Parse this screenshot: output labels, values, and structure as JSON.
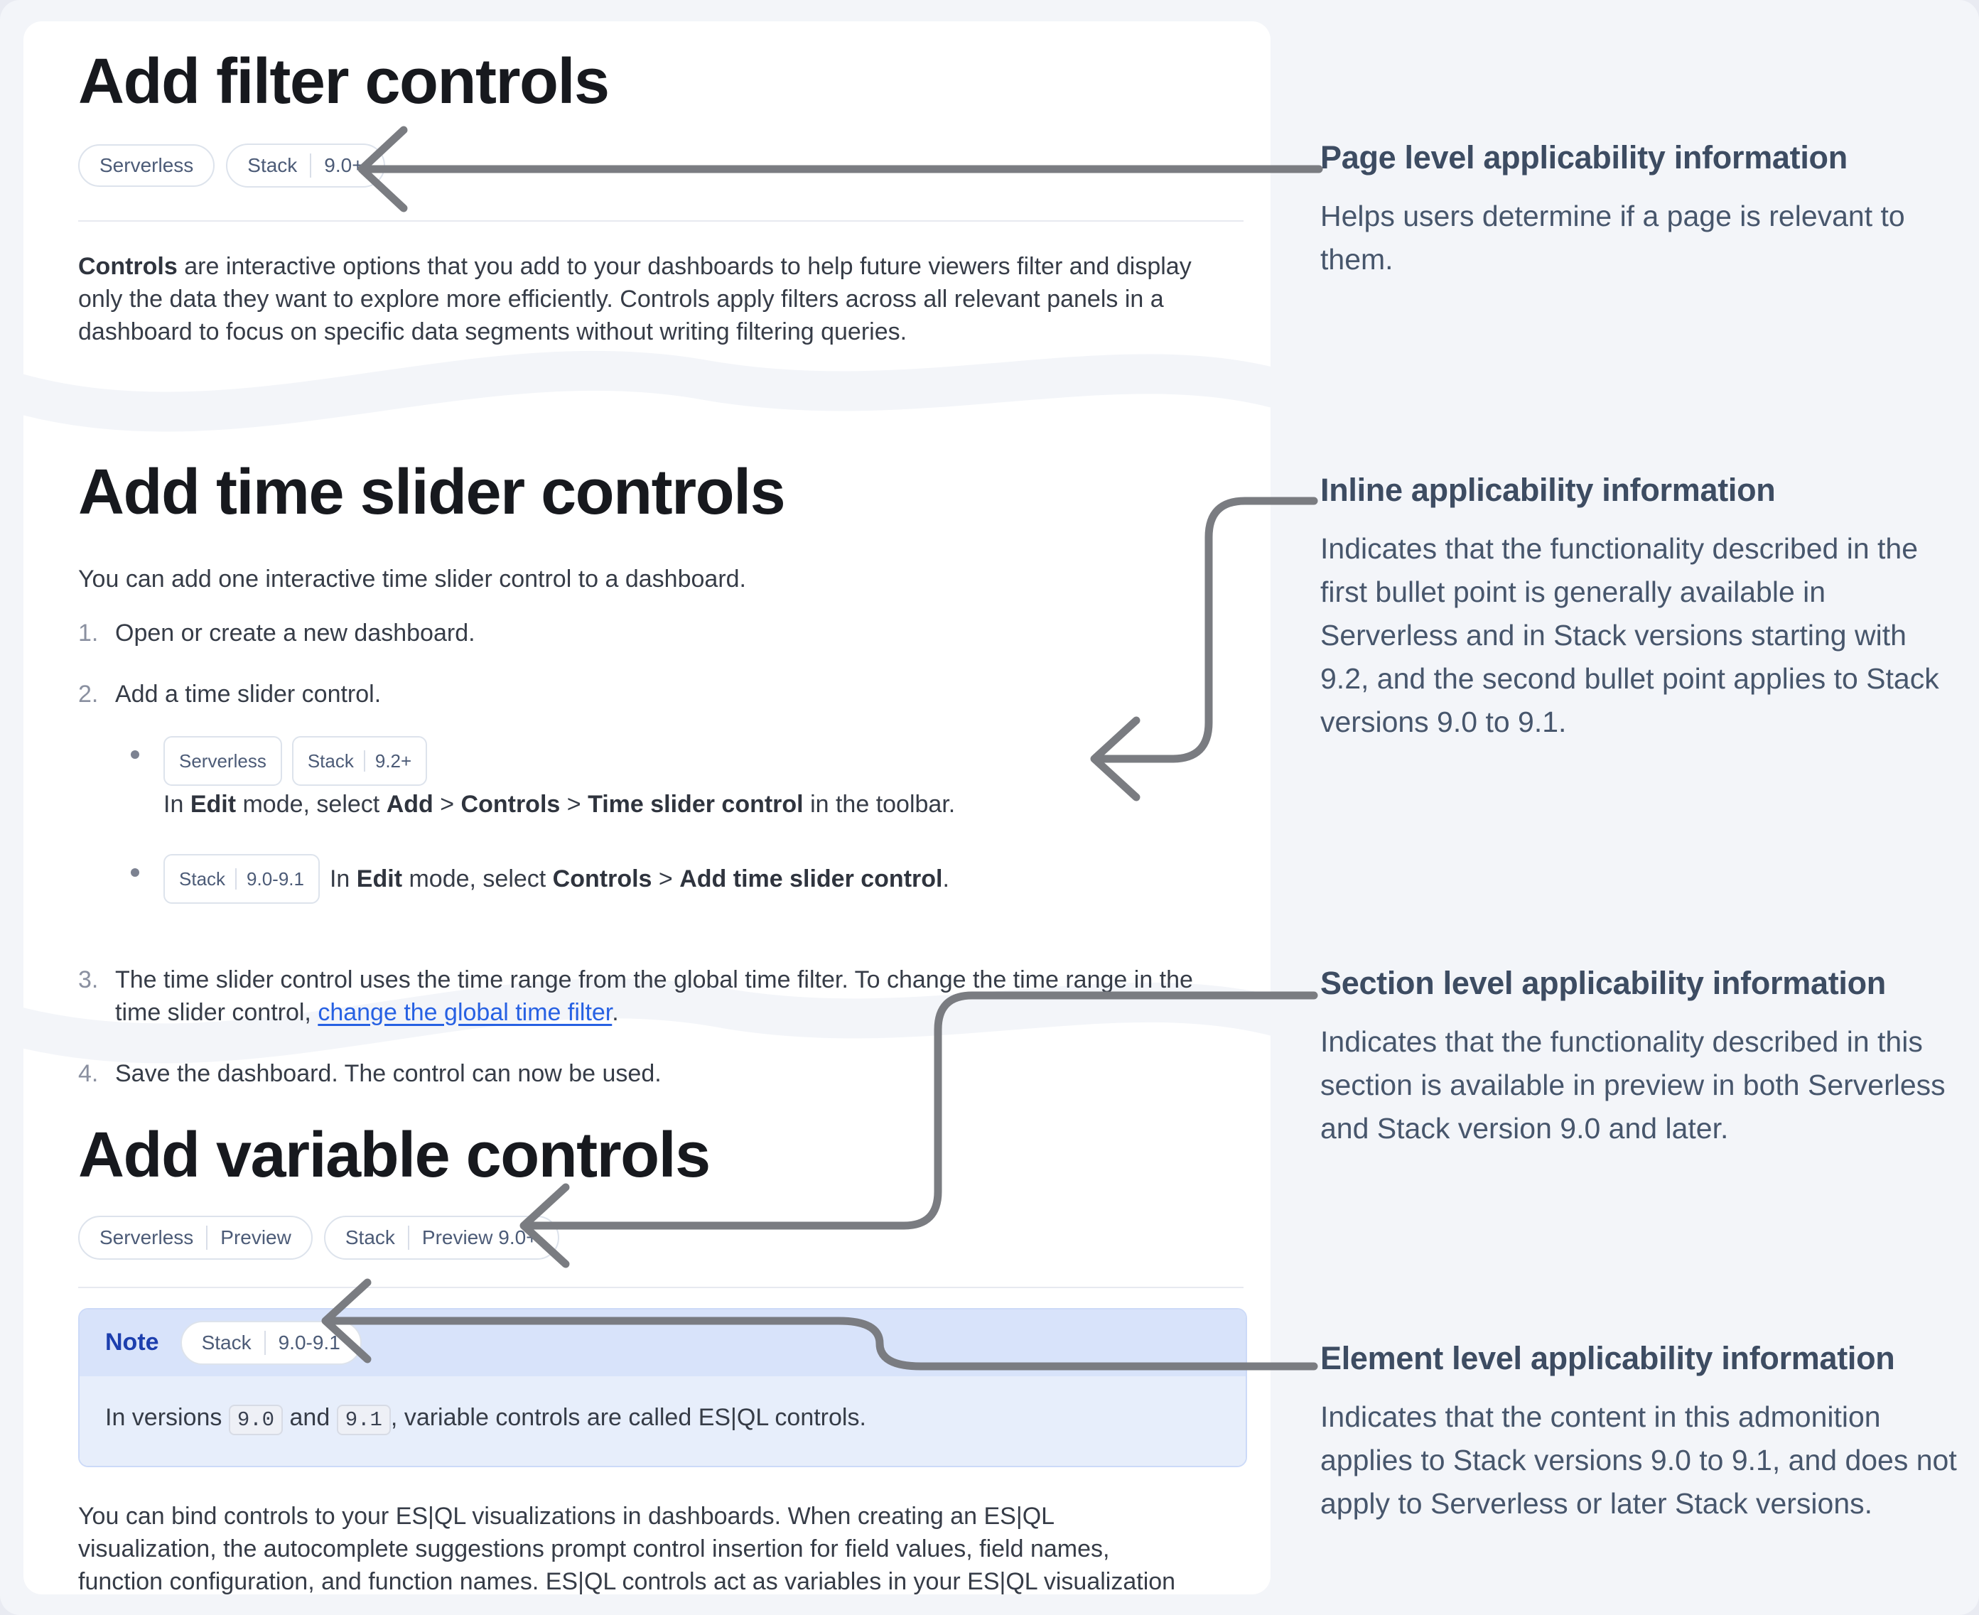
{
  "colors": {
    "page_background": "#f3f5f9",
    "card_background": "#ffffff",
    "heading_text": "#17191e",
    "body_text": "#363c47",
    "annotation_text": "#47566c",
    "link_blue": "#2761e3",
    "note_label_blue": "#1d3fae",
    "note_header_background": "#d8e3fa",
    "note_body_background": "#e7eefb",
    "badge_border": "#dde3ec",
    "badge_text": "#4c5b77",
    "arrow_gray": "#7a7c81"
  },
  "doc": {
    "filter": {
      "title": "Add filter controls",
      "badge_serverless": "Serverless",
      "badge_stack": "Stack",
      "badge_stack_version": "9.0+",
      "intro_bold": "Controls",
      "intro_rest": " are interactive options that you add to your dashboards to help future viewers filter and display only the data they want to explore more efficiently. Controls apply filters across all relevant panels in a dashboard to focus on specific data segments without writing filtering queries."
    },
    "time_slider": {
      "title": "Add time slider controls",
      "intro": "You can add one interactive time slider control to a dashboard.",
      "step1_num": "1.",
      "step1": "Open or create a new dashboard.",
      "step2_num": "2.",
      "step2": "Add a time slider control.",
      "bullet_a": {
        "badge_serverless": "Serverless",
        "badge_stack": "Stack",
        "badge_stack_version": "9.2+",
        "s0": "In ",
        "s1": "Edit",
        "s2": " mode, select ",
        "s3": "Add",
        "s4": " > ",
        "s5": "Controls",
        "s6": " > ",
        "s7": "Time slider control",
        "s8": " in the toolbar."
      },
      "bullet_b": {
        "badge_stack": "Stack",
        "badge_stack_version": "9.0-9.1",
        "s0": "In ",
        "s1": "Edit",
        "s2": " mode, select ",
        "s3": "Controls",
        "s4": " > ",
        "s5": "Add time slider control",
        "s6": "."
      },
      "step3_num": "3.",
      "step3_pre": "The time slider control uses the time range from the global time filter. To change the time range in the time slider control, ",
      "step3_link": "change the global time filter",
      "step3_post": ".",
      "step4_num": "4.",
      "step4": "Save the dashboard. The control can now be used."
    },
    "variable": {
      "title": "Add variable controls",
      "badge1_a": "Serverless",
      "badge1_b": "Preview",
      "badge2_a": "Stack",
      "badge2_b": "Preview 9.0+",
      "note_label": "Note",
      "note_badge_a": "Stack",
      "note_badge_b": "9.0-9.1",
      "note_s0": "In versions ",
      "note_code1": "9.0",
      "note_s1": " and ",
      "note_code2": "9.1",
      "note_s2": ", variable controls are called ES|QL controls.",
      "outro": "You can bind controls to your ES|QL visualizations in dashboards. When creating an ES|QL visualization, the autocomplete suggestions prompt control insertion for field values, field names, function configuration, and function names. ES|QL controls act as variables in your ES|QL visualization queries."
    }
  },
  "annotations": {
    "page_level": {
      "title": "Page level applicability information",
      "body": "Helps users determine if a page is relevant to them."
    },
    "inline": {
      "title": "Inline applicability information",
      "body": "Indicates that the functionality described in the first bullet point is generally available in Serverless and in Stack versions starting with 9.2, and the second bullet point applies to Stack versions 9.0 to 9.1."
    },
    "section_level": {
      "title": "Section level applicability information",
      "body": "Indicates that the functionality described in this section is available in preview in both Serverless and Stack version 9.0 and later."
    },
    "element_level": {
      "title": "Element level applicability information",
      "body": "Indicates that the content in this admonition applies to Stack versions 9.0 to 9.1, and does not apply to Serverless or later Stack versions."
    }
  }
}
